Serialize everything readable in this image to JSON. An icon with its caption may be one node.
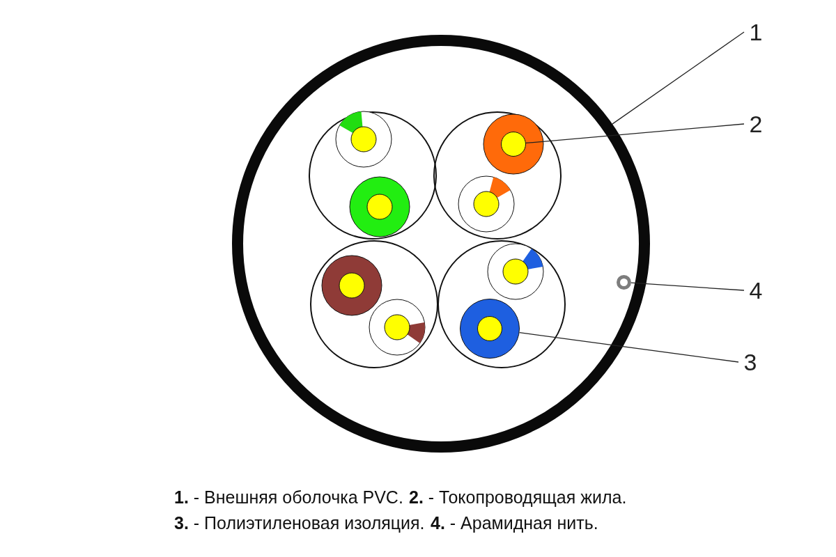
{
  "diagram": {
    "nodes": [
      {
        "text": [
          "1"
        ]
      },
      {
        "text": [
          "2"
        ]
      },
      {
        "text": [
          "4"
        ]
      },
      {
        "text": [
          "3"
        ]
      },
      {
        "text": [],
        "shape": "circle"
      },
      {
        "text": [],
        "shape": "circle",
        "in": 4
      },
      {
        "text": [],
        "shape": "circle",
        "in": 4
      },
      {
        "text": [],
        "shape": "circle",
        "in": 4
      }
    ],
    "edges": [
      {
        "from": 0,
        "to": 4,
        "arrow": "none"
      },
      {
        "from": 1,
        "to": 5,
        "arrow": "none"
      },
      {
        "from": 2,
        "to": 6,
        "arrow": "none"
      },
      {
        "from": 3,
        "to": 7,
        "arrow": "none"
      }
    ],
    "labels": [
      "**1.** - Внешняя оболочка PVC.",
      "**2.** - Токопроводящая жила.",
      "**3.** - Полиэтиленовая изоляция.",
      "**4.** - Арамидная нить."
    ]
  }
}
